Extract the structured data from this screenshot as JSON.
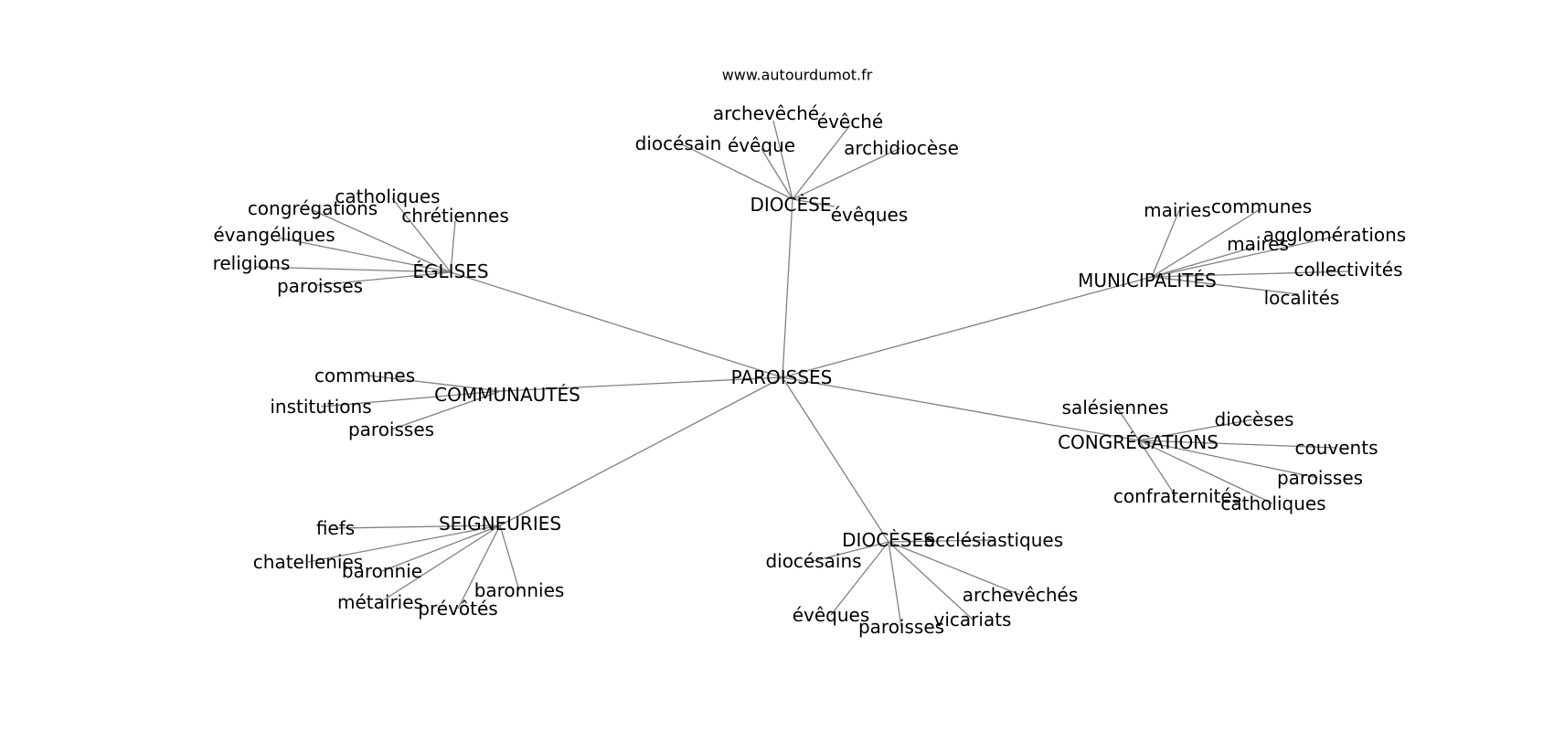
{
  "source_label": "www.autourdumot.fr",
  "edge_color": "#808080",
  "root": "PAROISSES",
  "groups": [
    {
      "label": "DIOCÈSE",
      "leaves": [
        "archevêché",
        "évêché",
        "diocésain",
        "évêque",
        "archidiocèse",
        "évêques"
      ]
    },
    {
      "label": "ÉGLISES",
      "leaves": [
        "catholiques",
        "congrégations",
        "chrétiennes",
        "évangéliques",
        "religions",
        "paroisses"
      ]
    },
    {
      "label": "MUNICIPALITÉS",
      "leaves": [
        "mairies",
        "communes",
        "agglomérations",
        "maires",
        "collectivités",
        "localités"
      ]
    },
    {
      "label": "COMMUNAUTÉS",
      "leaves": [
        "communes",
        "institutions",
        "paroisses"
      ]
    },
    {
      "label": "CONGRÉGATIONS",
      "leaves": [
        "salésiennes",
        "diocèses",
        "couvents",
        "paroisses",
        "confraternités",
        "catholiques"
      ]
    },
    {
      "label": "SEIGNEURIES",
      "leaves": [
        "fiefs",
        "chatellenies",
        "baronnie",
        "métairies",
        "prévôtés",
        "baronnies"
      ]
    },
    {
      "label": "DIOCÈSES",
      "leaves": [
        "ecclésiastiques",
        "diocésains",
        "archevêchés",
        "évêques",
        "paroisses",
        "vicariats"
      ]
    }
  ]
}
